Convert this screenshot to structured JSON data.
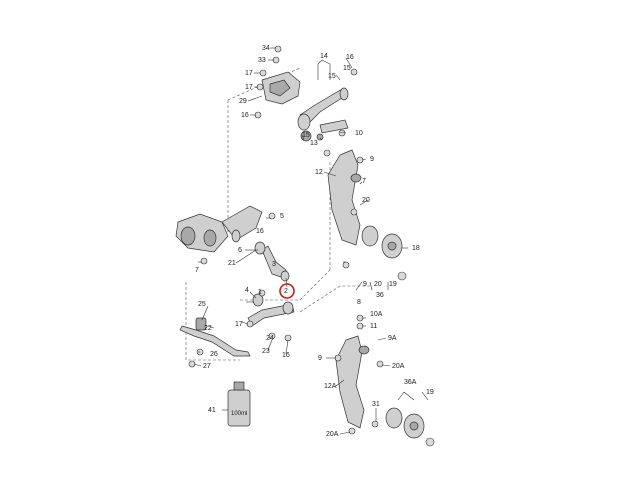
{
  "diagram": {
    "labels": {
      "l34": "34",
      "l33": "33",
      "l17a": "17",
      "l17b": "17",
      "l29": "29",
      "l16a": "16",
      "l14": "14",
      "l16b": "16",
      "l15a": "15",
      "l15b": "15",
      "l15c": "15",
      "l13": "13",
      "l10": "10",
      "l9a": "9",
      "l12": "12",
      "l20a": "20",
      "l5": "5",
      "l16c": "16",
      "l7a": "7",
      "l6": "6",
      "l21": "21",
      "l2": "2",
      "l3": "3",
      "l4": "4",
      "l1": "1",
      "l9b": "9",
      "l20b": "20",
      "l36": "36",
      "l19a": "19",
      "l25": "25",
      "l22": "22",
      "l17c": "17",
      "l24": "24",
      "l23": "23",
      "l16d": "16",
      "l26": "26",
      "l27": "27",
      "l8": "8",
      "l10A": "10A",
      "l11": "11",
      "l9A": "9A",
      "l9c": "9",
      "l20A": "20A",
      "l12A": "12A",
      "l36A": "36A",
      "l19b": "19",
      "l31": "31",
      "l20Ab": "20A",
      "l41": "41",
      "l7b": "7",
      "l18": "18",
      "bottle": "100ml"
    },
    "highlight_color": "#cc1b1b"
  }
}
